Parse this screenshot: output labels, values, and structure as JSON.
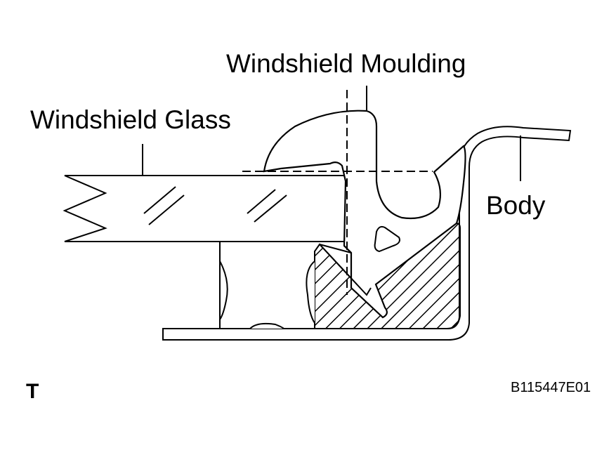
{
  "labels": {
    "moulding": "Windshield Moulding",
    "glass": "Windshield Glass",
    "body": "Body",
    "corner_mark": "T",
    "figure_code": "B115447E01"
  },
  "colors": {
    "stroke": "#000000",
    "background": "#ffffff"
  }
}
